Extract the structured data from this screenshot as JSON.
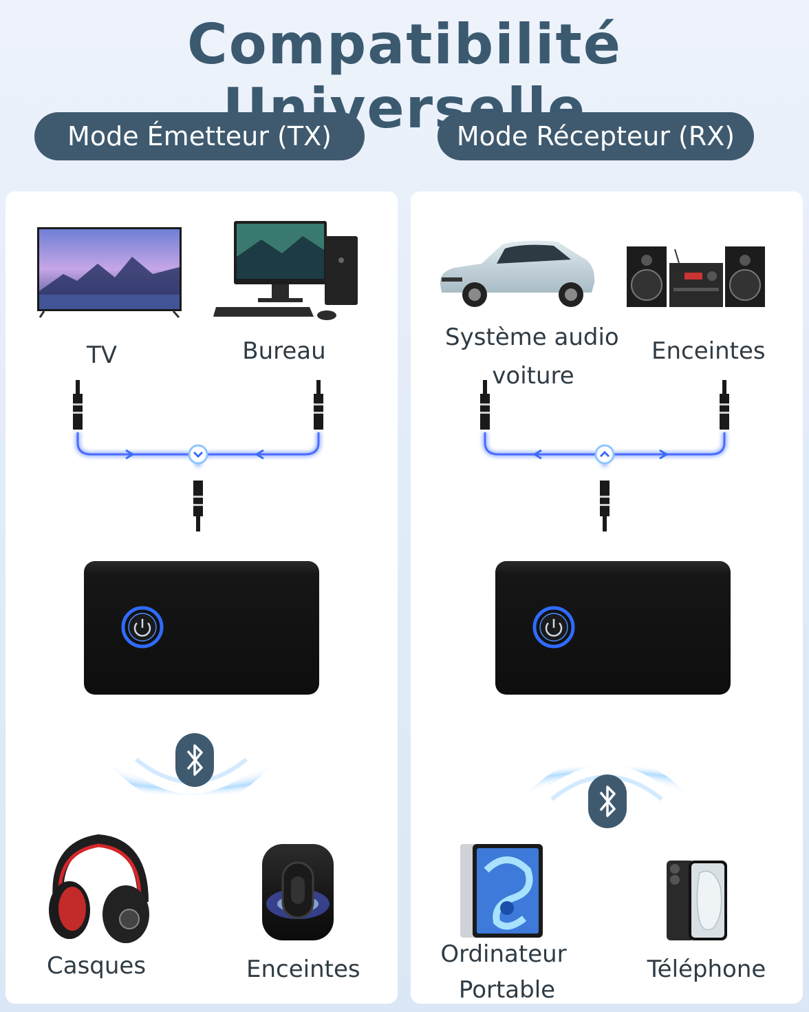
{
  "title": "Compatibilité Universelle",
  "modes": {
    "tx": "Mode Émetteur (TX)",
    "rx": "Mode Récepteur (RX)"
  },
  "tx_panel": {
    "sources": [
      "TV",
      "Bureau"
    ],
    "targets": [
      "Casques",
      "Enceintes"
    ]
  },
  "rx_panel": {
    "sources": [
      "Système audio",
      "voiture",
      "Enceintes"
    ],
    "targets": [
      "Ordinateur",
      "Portable",
      "Téléphone"
    ]
  },
  "colors": {
    "title": "#3b5a70",
    "pill": "#3f5a6f",
    "cable_glow": "#4a78ff",
    "bluetooth_badge": "#3f5a6f",
    "device_body": "#141414",
    "power_ring": "#3b7cff"
  },
  "icons": [
    "tv-icon",
    "desktop-icon",
    "car-icon",
    "speaker-system-icon",
    "audio-jack-icon",
    "bluetooth-icon",
    "power-icon",
    "headphones-icon",
    "smart-speaker-icon",
    "tablet-icon",
    "smartphone-icon"
  ]
}
